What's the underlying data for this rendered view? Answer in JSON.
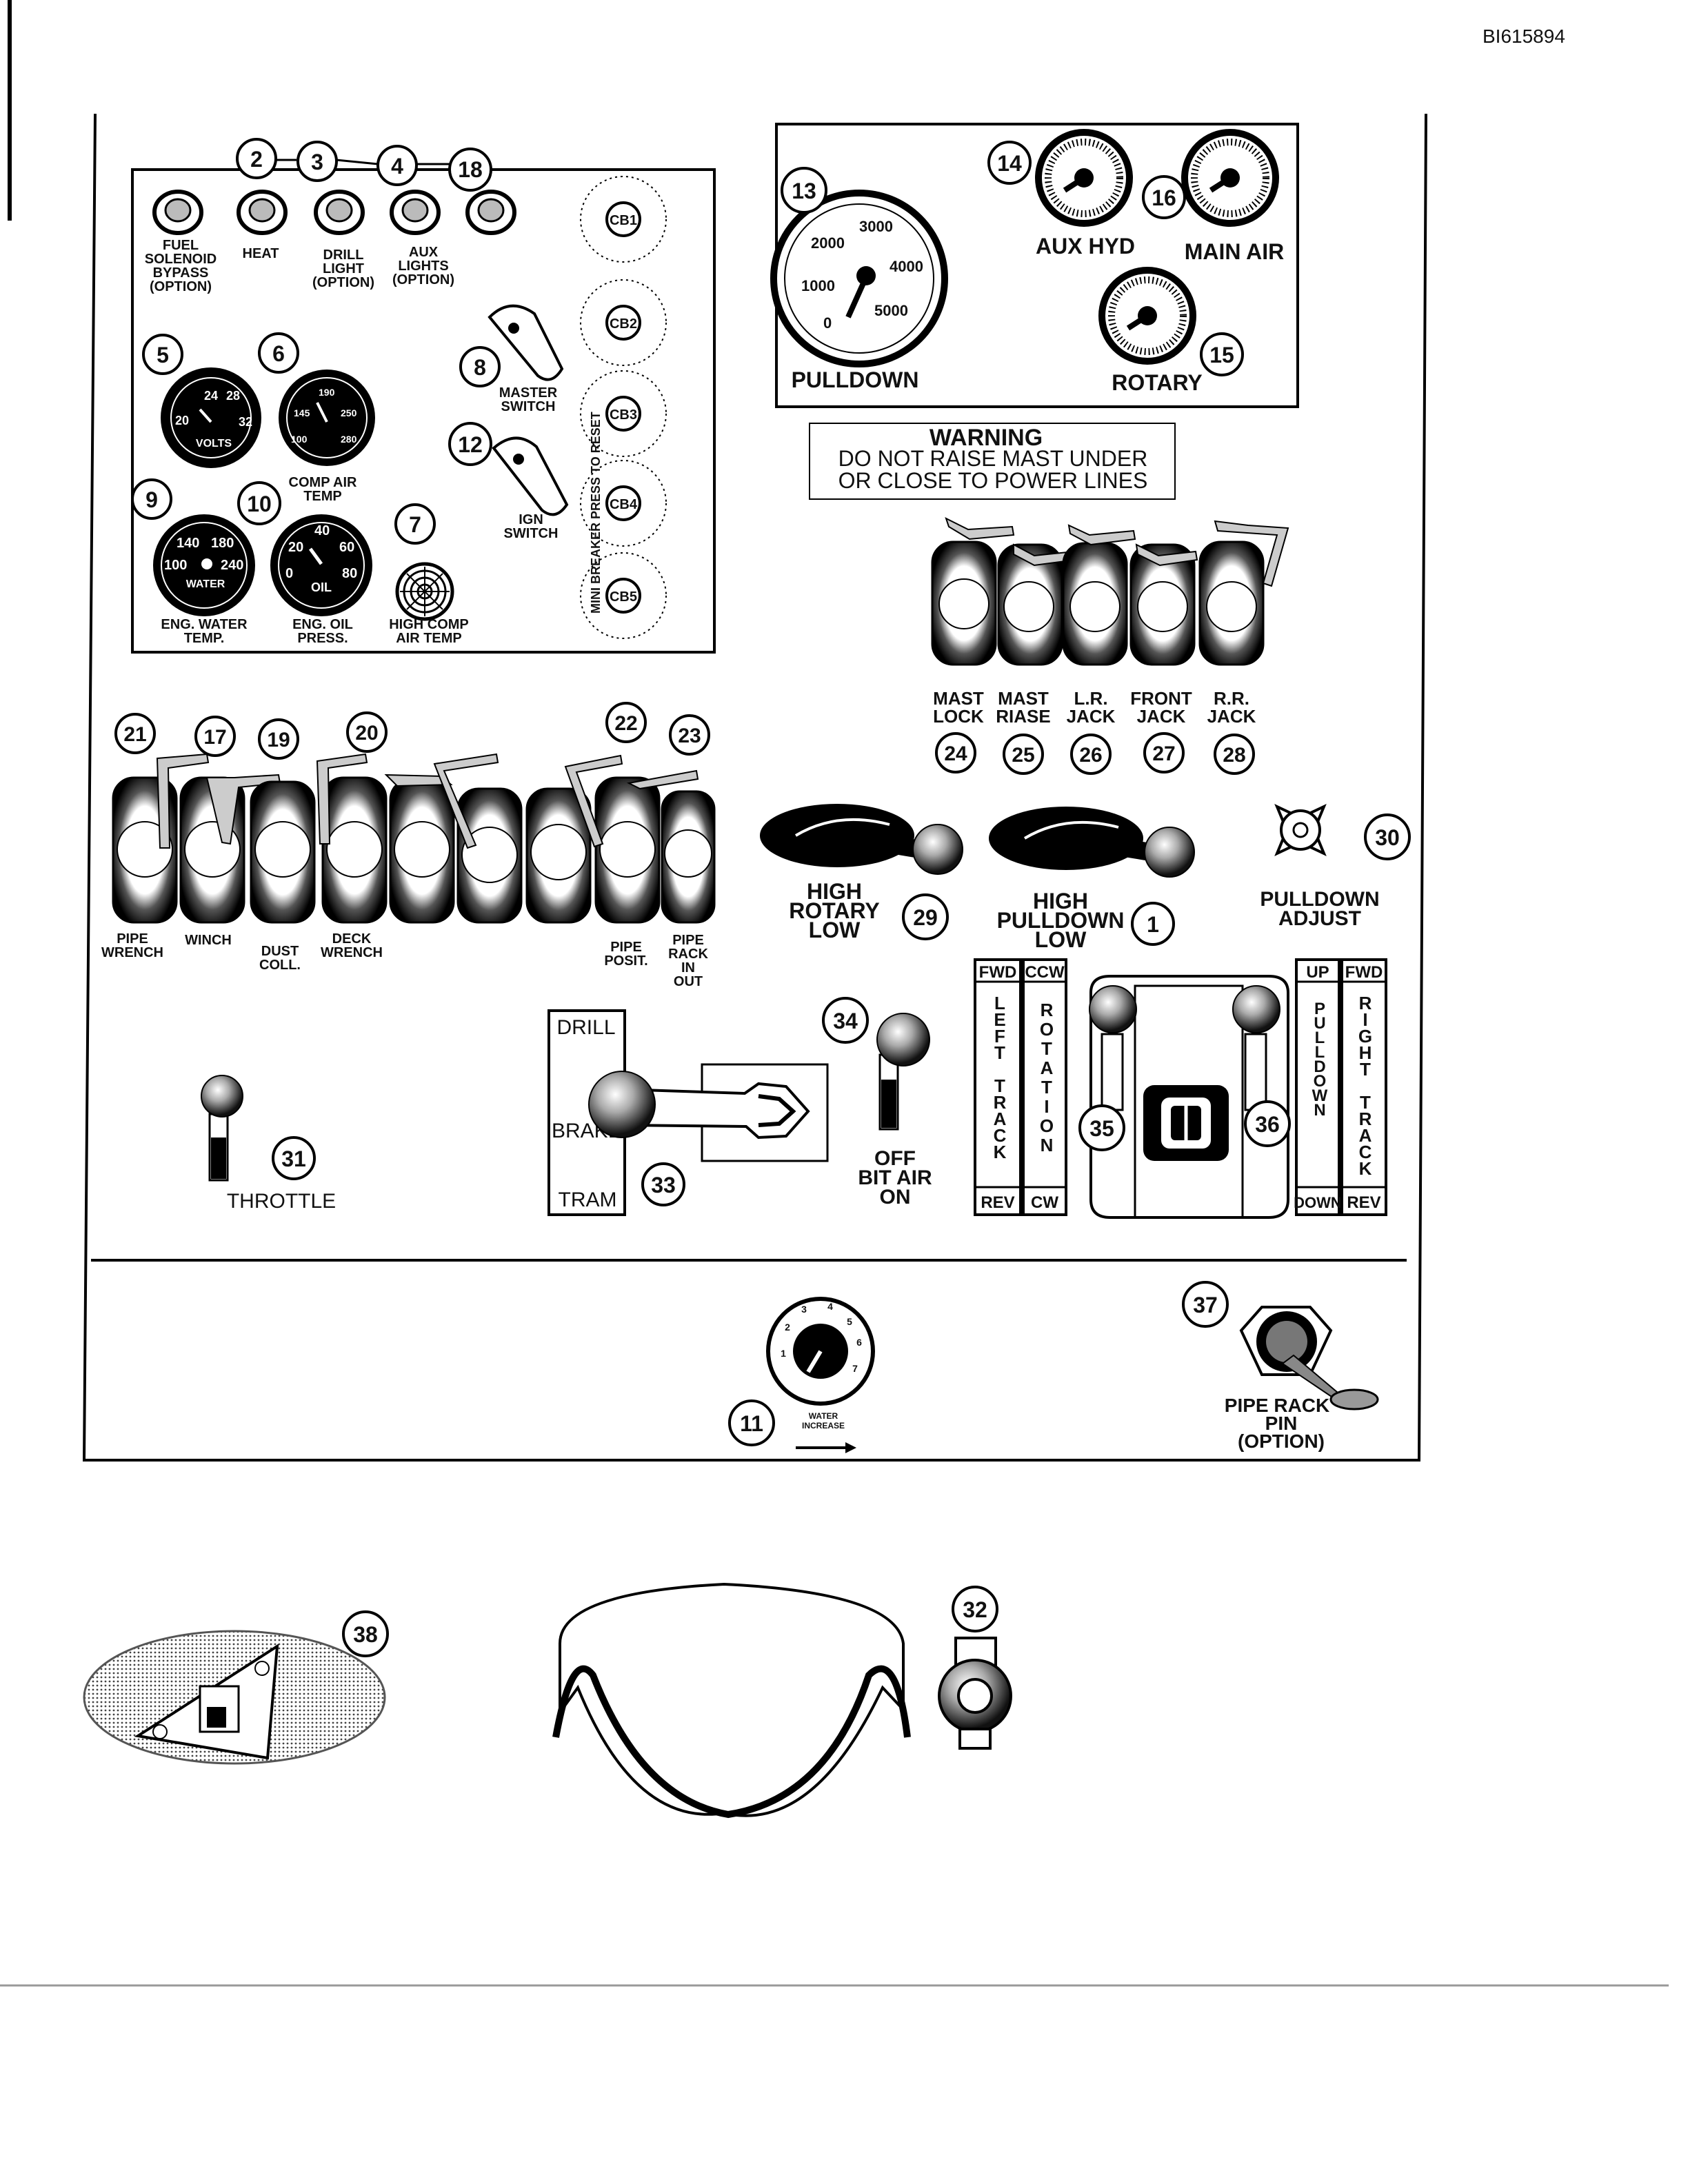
{
  "doc_id": "BI615894",
  "panel": {
    "switches": [
      {
        "num": "",
        "label": [
          "FUEL",
          "SOLENOID",
          "BYPASS",
          "(OPTION)"
        ]
      },
      {
        "num": "2",
        "label": [
          "HEAT"
        ]
      },
      {
        "num": "3",
        "label": [
          "DRILL",
          "LIGHT",
          "(OPTION)"
        ]
      },
      {
        "num": "4",
        "label": [
          "AUX",
          "LIGHTS",
          "(OPTION)"
        ]
      },
      {
        "num": "18",
        "label": []
      }
    ],
    "breakers": [
      "CB1",
      "CB2",
      "CB3",
      "CB4",
      "CB5"
    ],
    "breaker_text": "MINI BREAKER PRESS TO RESET",
    "master_switch": {
      "num": "8",
      "label": [
        "MASTER",
        "SWITCH"
      ]
    },
    "ign_switch": {
      "num": "12",
      "label": [
        "IGN",
        "SWITCH"
      ]
    },
    "gauges": {
      "volts": {
        "num": "5",
        "ticks": [
          "24",
          "28",
          "20",
          "32"
        ],
        "unit": "VOLTS"
      },
      "comp_air_temp": {
        "num": "6",
        "ticks": [
          "190",
          "145",
          "250",
          "100",
          "280"
        ],
        "label": [
          "COMP AIR",
          "TEMP"
        ]
      },
      "water": {
        "num": "9",
        "ticks": [
          "140",
          "180",
          "100",
          "240"
        ],
        "unit": "WATER",
        "label": [
          "ENG. WATER",
          "TEMP."
        ]
      },
      "oil": {
        "num": "10",
        "ticks": [
          "40",
          "20",
          "60",
          "0",
          "80"
        ],
        "unit": "OIL",
        "label": [
          "ENG. OIL",
          "PRESS."
        ]
      },
      "high_comp": {
        "num": "7",
        "label": [
          "HIGH COMP",
          "AIR TEMP"
        ]
      }
    }
  },
  "pressure_gauges": {
    "pulldown": {
      "num": "13",
      "ticks": [
        "3000",
        "2000",
        "4000",
        "1000",
        "5000",
        "0"
      ],
      "label": "PULLDOWN"
    },
    "aux_hyd": {
      "num": "14",
      "label": "AUX HYD"
    },
    "main_air": {
      "num": "16",
      "label": "MAIN AIR"
    },
    "rotary": {
      "num": "15",
      "label": "ROTARY"
    }
  },
  "warning": {
    "title": "WARNING",
    "lines": [
      "DO NOT RAISE MAST UNDER",
      "OR CLOSE TO POWER LINES"
    ]
  },
  "right_levers": [
    {
      "num": "24",
      "label": [
        "MAST",
        "LOCK"
      ]
    },
    {
      "num": "25",
      "label": [
        "MAST",
        "RIASE"
      ]
    },
    {
      "num": "26",
      "label": [
        "L.R.",
        "JACK"
      ]
    },
    {
      "num": "27",
      "label": [
        "FRONT",
        "JACK"
      ]
    },
    {
      "num": "28",
      "label": [
        "R.R.",
        "JACK"
      ]
    }
  ],
  "left_levers": {
    "nums": [
      "21",
      "17",
      "19",
      "20",
      "22",
      "23"
    ],
    "labels": [
      {
        "text": [
          "PIPE",
          "WRENCH"
        ]
      },
      {
        "text": [
          "WINCH"
        ]
      },
      {
        "text": [
          "DUST",
          "COLL."
        ]
      },
      {
        "text": [
          "DECK",
          "WRENCH"
        ]
      },
      {
        "text": [
          "PIPE",
          "POSIT."
        ]
      },
      {
        "text": [
          "PIPE",
          "RACK",
          "IN",
          "OUT"
        ]
      }
    ]
  },
  "rotary_switch": {
    "num": "29",
    "label": [
      "HIGH",
      "ROTARY",
      "LOW"
    ]
  },
  "pulldown_switch": {
    "num": "1",
    "label": [
      "HIGH",
      "PULLDOWN",
      "LOW"
    ]
  },
  "pulldown_adjust": {
    "num": "30",
    "label": [
      "PULLDOWN",
      "ADJUST"
    ]
  },
  "throttle": {
    "num": "31",
    "label": "THROTTLE"
  },
  "drill_selector": {
    "num": "33",
    "positions": [
      "DRILL",
      "BRAKE",
      "TRAM"
    ]
  },
  "bit_air": {
    "num": "34",
    "label": [
      "OFF",
      "BIT AIR",
      "ON"
    ]
  },
  "joysticks": {
    "left_num": "35",
    "right_num": "36",
    "strips": [
      {
        "top": "FWD",
        "text": "LEFT TRACK",
        "bottom": "REV"
      },
      {
        "top": "CCW",
        "text": "ROTATION",
        "bottom": "CW"
      },
      {
        "top": "UP",
        "text": "PULLDOWN",
        "bottom": "DOWN"
      },
      {
        "top": "FWD",
        "text": "RIGHT TRACK",
        "bottom": "REV"
      }
    ]
  },
  "water_knob": {
    "num": "11",
    "ticks": [
      "1",
      "2",
      "3",
      "4",
      "5",
      "6",
      "7"
    ],
    "label": [
      "WATER",
      "INCREASE"
    ]
  },
  "pipe_rack_pin": {
    "num": "37",
    "label": [
      "PIPE RACK",
      "PIN",
      "(OPTION)"
    ]
  },
  "extras": {
    "pad_num": "38",
    "valve_num": "32"
  }
}
